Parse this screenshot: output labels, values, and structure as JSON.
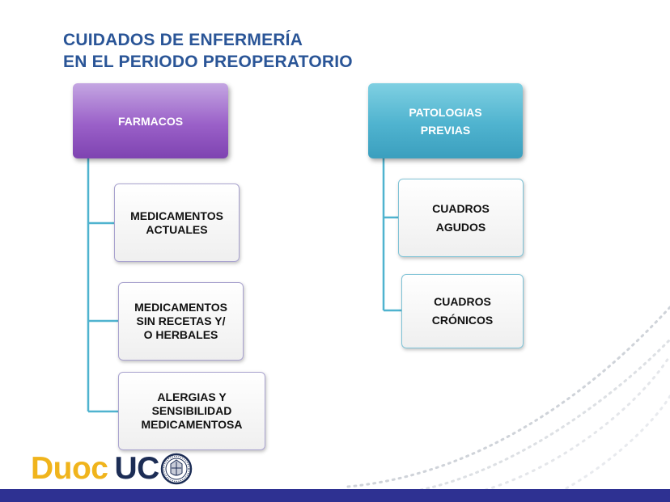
{
  "title": {
    "line1": "CUIDADOS DE ENFERMERÍA",
    "line2": "EN EL PERIODO PREOPERATORIO"
  },
  "diagram": {
    "left": {
      "root": "FARMACOS",
      "children": [
        {
          "line1": "MEDICAMENTOS",
          "line2": "ACTUALES"
        },
        {
          "line1": "MEDICAMENTOS",
          "line2": "SIN RECETAS Y/",
          "line3": "O HERBALES"
        },
        {
          "line1": "ALERGIAS Y",
          "line2": "SENSIBILIDAD",
          "line3": "MEDICAMENTOSA"
        }
      ]
    },
    "right": {
      "root": {
        "line1": "PATOLOGIAS",
        "line2": "PREVIAS"
      },
      "children": [
        {
          "line1": "CUADROS",
          "line2": "AGUDOS"
        },
        {
          "line1": "CUADROS",
          "line2": "CRÓNICOS"
        }
      ]
    }
  },
  "logo": {
    "duoc": "Duoc",
    "uc": "UC"
  },
  "colors": {
    "title": "#2a5597",
    "farmacos_root": "#9a60c8",
    "patologias_root": "#4fb3cf",
    "connector": "#4fb3cf",
    "bottom_bar": "#2e3192",
    "logo_yellow": "#f0b41c",
    "logo_navy": "#1c2d55"
  }
}
